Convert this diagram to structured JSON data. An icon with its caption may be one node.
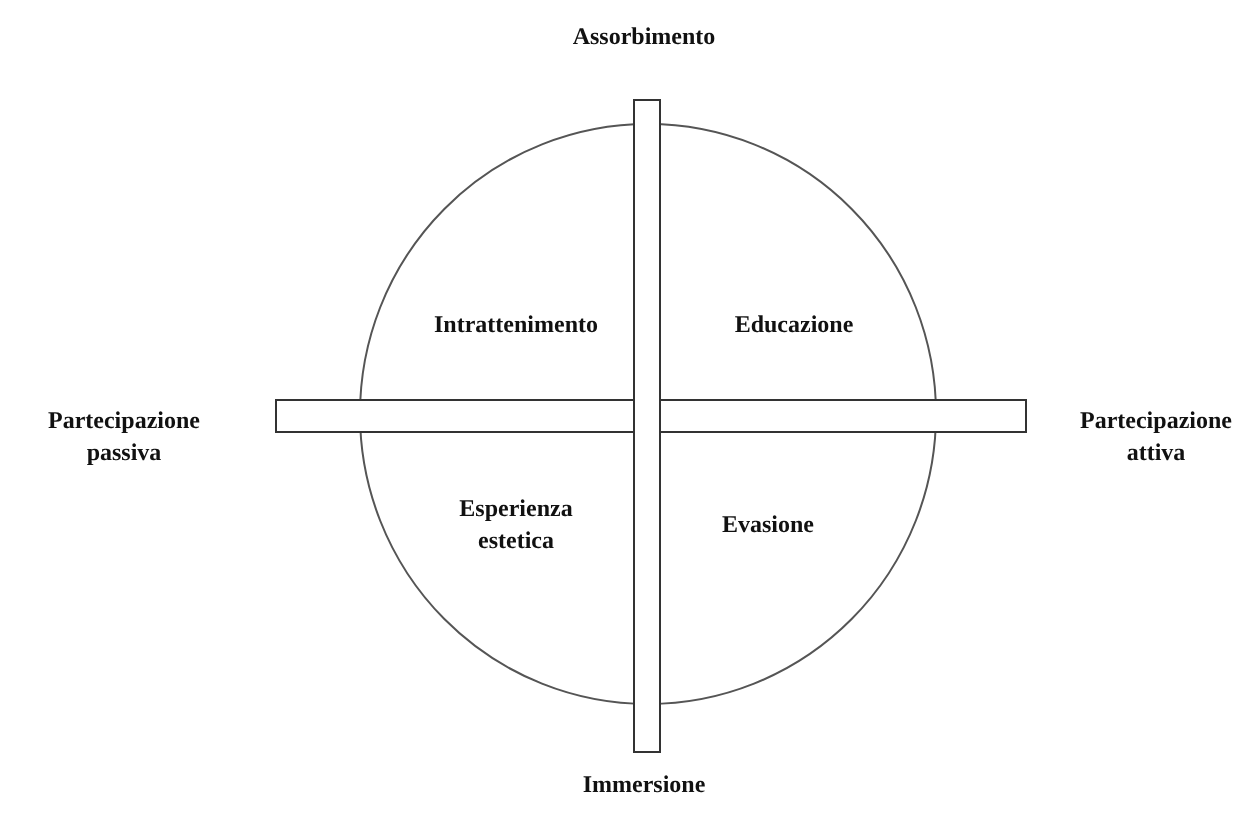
{
  "diagram": {
    "labels": [
      "Assorbimento",
      "Partecipazione passiva",
      "Intrattenimento",
      "Educazione",
      "Partecipazione attiva",
      "Esperienza estetica",
      "Evasione",
      "Immersione"
    ]
  }
}
